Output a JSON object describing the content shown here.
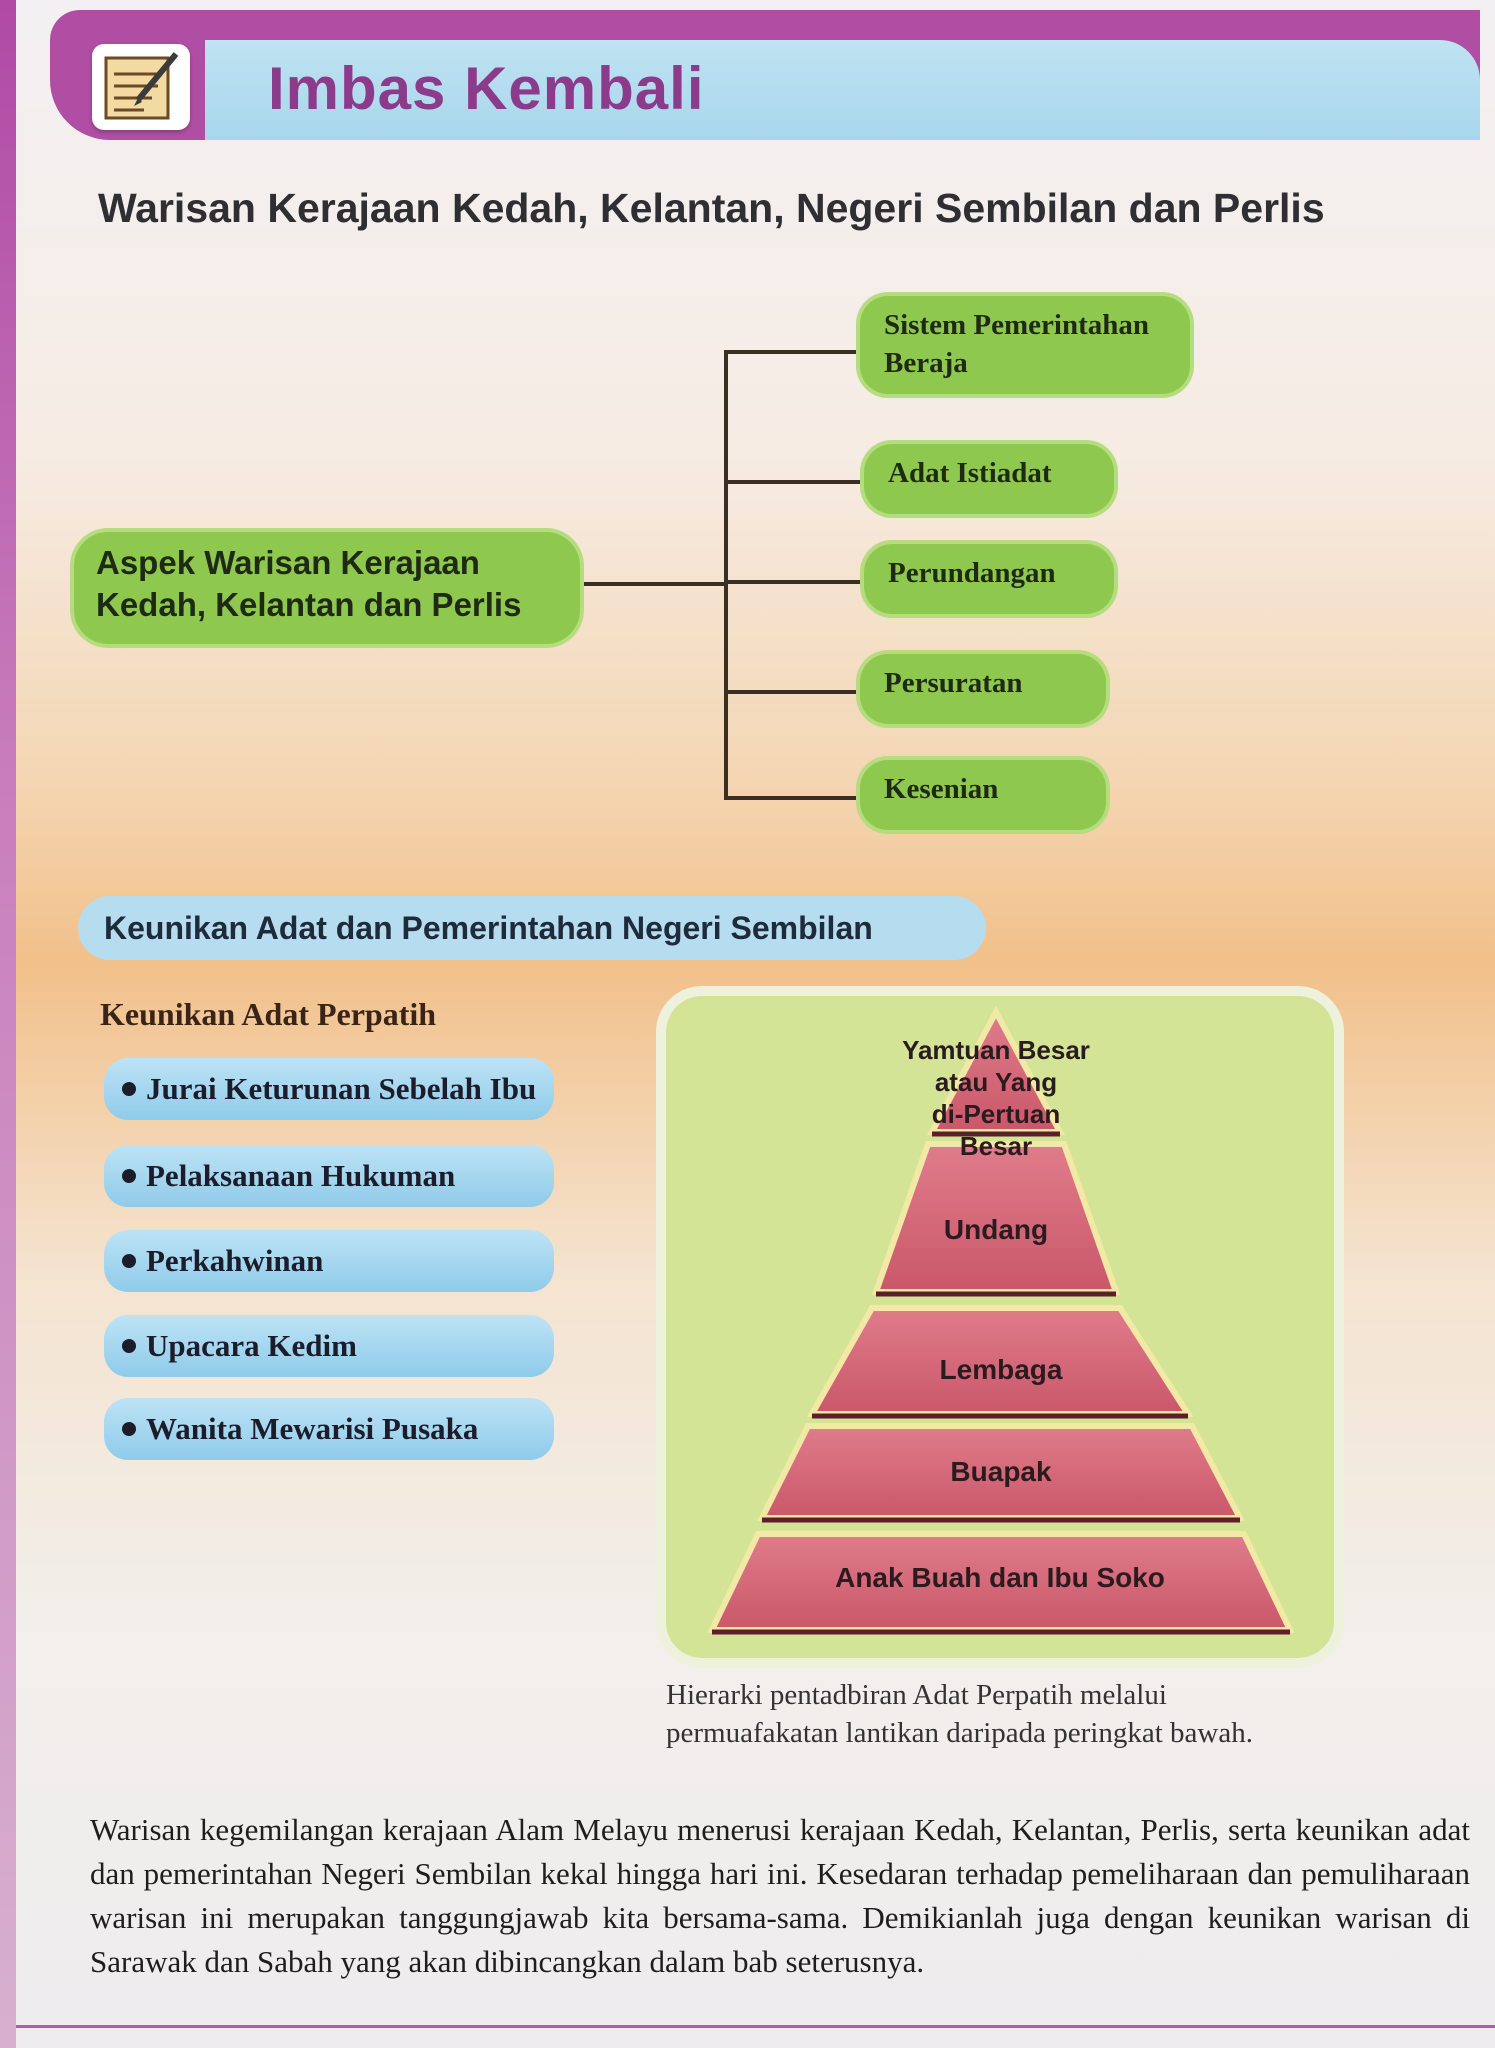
{
  "header": {
    "title": "Imbas Kembali",
    "icon": "notepad-pencil-icon",
    "colors": {
      "purple": "#b04ea4",
      "light_blue": "#bfe3f2"
    }
  },
  "page_title": "Warisan Kerajaan Kedah, Kelantan, Negeri Sembilan dan Perlis",
  "mindmap": {
    "main_node_line1": "Aspek Warisan Kerajaan",
    "main_node_line2": "Kedah, Kelantan dan Perlis",
    "branches": [
      {
        "line1": "Sistem Pemerintahan",
        "line2": "Beraja"
      },
      {
        "line1": "Adat Istiadat"
      },
      {
        "line1": "Perundangan"
      },
      {
        "line1": "Persuratan"
      },
      {
        "line1": "Kesenian"
      }
    ],
    "node_color": "#8fc84f"
  },
  "section2": {
    "banner": "Keunikan Adat dan Pemerintahan Negeri Sembilan",
    "subheading": "Keunikan Adat Perpatih",
    "items": [
      "Jurai Keturunan Sebelah Ibu",
      "Pelaksanaan Hukuman",
      "Perkahwinan",
      "Upacara Kedim",
      "Wanita Mewarisi Pusaka"
    ]
  },
  "pyramid": {
    "tiers": [
      {
        "lines": [
          "Yamtuan Besar",
          "atau Yang",
          "di-Pertuan",
          "Besar"
        ]
      },
      {
        "lines": [
          "Undang"
        ]
      },
      {
        "lines": [
          "Lembaga"
        ]
      },
      {
        "lines": [
          "Buapak"
        ]
      },
      {
        "lines": [
          "Anak Buah dan Ibu Soko"
        ]
      }
    ],
    "tier_color": "#d66b7c",
    "caption_line1": "Hierarki pentadbiran Adat Perpatih melalui",
    "caption_line2": "permuafakatan lantikan daripada peringkat bawah."
  },
  "body_text": "Warisan kegemilangan kerajaan Alam Melayu menerusi kerajaan Kedah, Kelantan, Perlis, serta keunikan adat dan pemerintahan Negeri Sembilan kekal hingga hari ini. Kesedaran terhadap pemeliharaan dan pemuliharaan warisan ini merupakan tanggungjawab kita bersama-sama. Demikianlah juga dengan keunikan warisan di Sarawak dan Sabah yang akan dibincangkan dalam bab seterusnya."
}
